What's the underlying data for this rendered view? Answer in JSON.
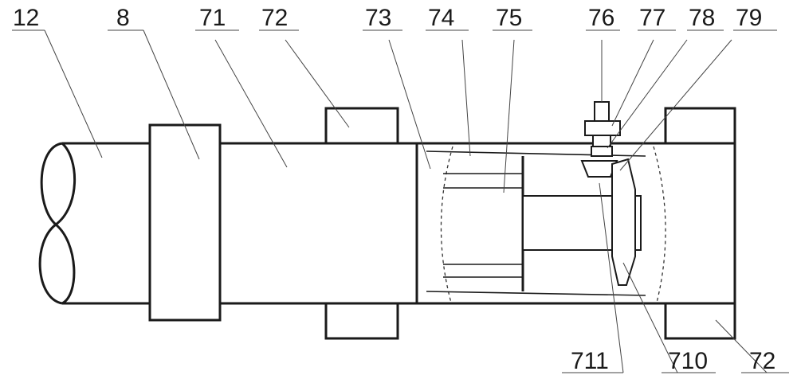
{
  "labels": {
    "l12": "12",
    "l8": "8",
    "l71": "71",
    "l72_top": "72",
    "l73": "73",
    "l74": "74",
    "l75": "75",
    "l76": "76",
    "l77": "77",
    "l78": "78",
    "l79": "79",
    "l711": "711",
    "l710": "710",
    "l72_bottom": "72"
  }
}
